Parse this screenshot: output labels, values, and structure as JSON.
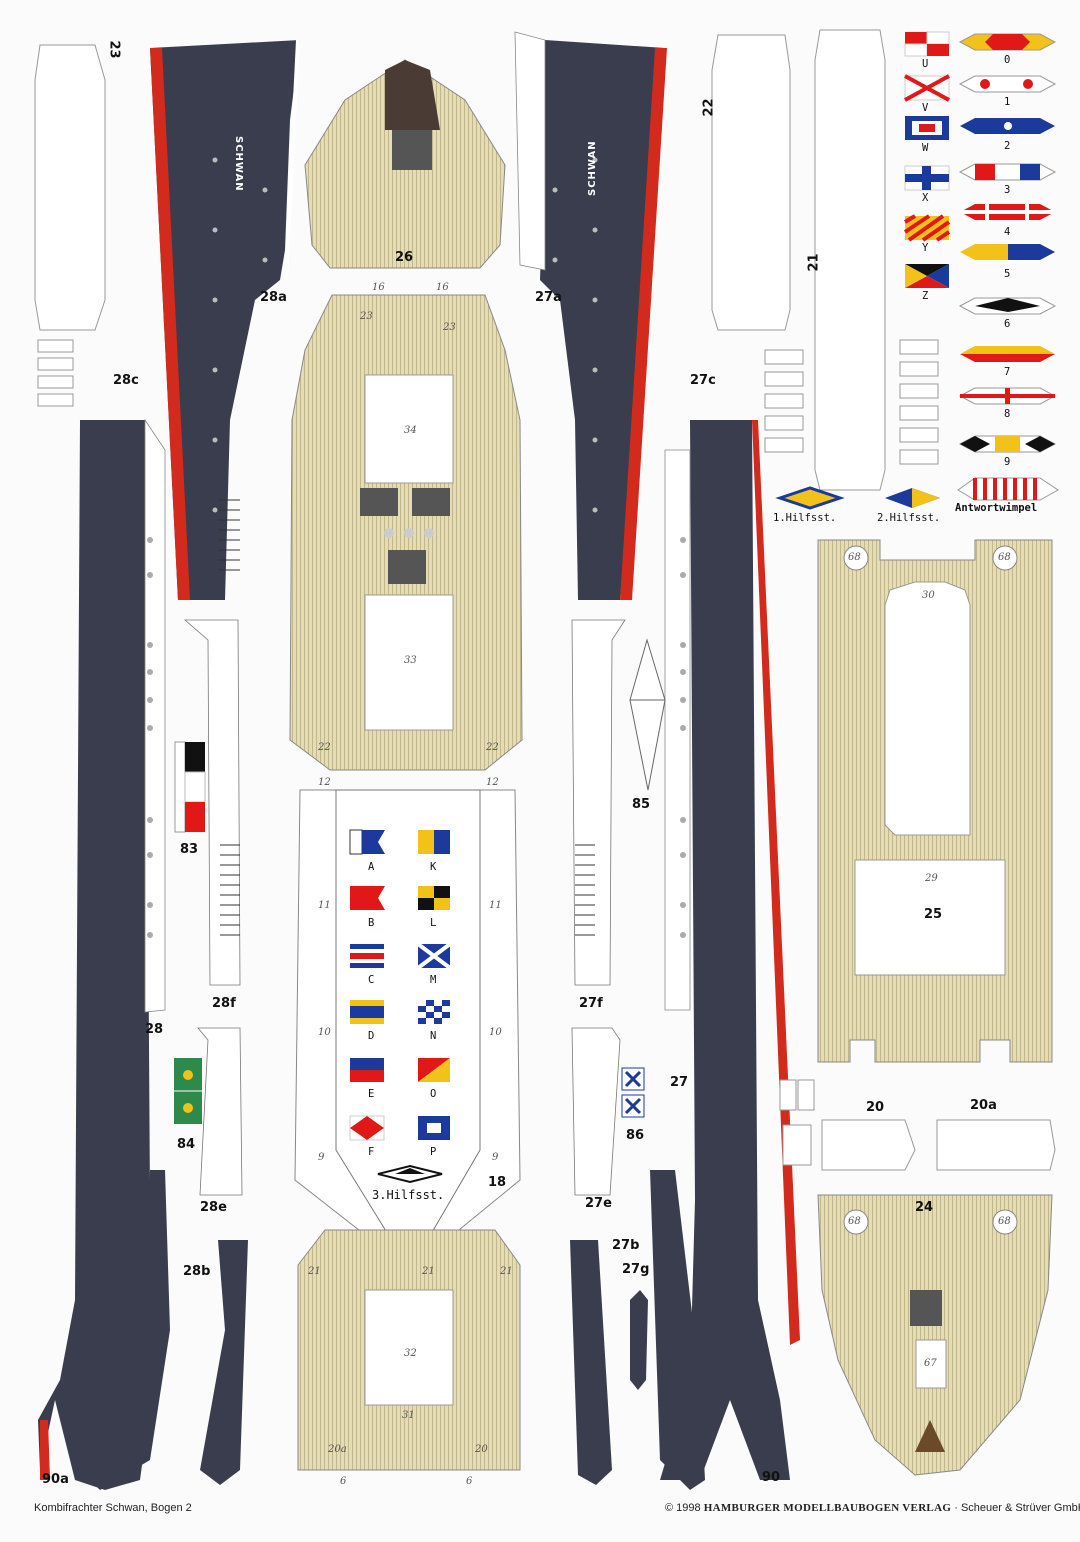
{
  "colors": {
    "hull": "#3a3d4e",
    "redline": "#d22a1c",
    "deck": "#e6dcb4",
    "deck_line": "#b9ad83",
    "outline": "#8a8a8a",
    "paper": "#fbfbfb",
    "flag_red": "#e01818",
    "flag_blue": "#1b3a9c",
    "flag_yellow": "#f2c21a",
    "flag_black": "#111111"
  },
  "ship_name": "SCHWAN",
  "part_labels": {
    "p23": "23",
    "p22": "22",
    "p21": "21",
    "p26": "26",
    "p28a": "28a",
    "p27a": "27a",
    "p28c": "28c",
    "p27c": "27c",
    "p83": "83",
    "p84": "84",
    "p85": "85",
    "p86": "86",
    "p28f": "28f",
    "p27f": "27f",
    "p28": "28",
    "p27": "27",
    "p28e": "28e",
    "p27e": "27e",
    "p28b": "28b",
    "p27b": "27b",
    "p27g": "27g",
    "p18": "18",
    "p90a": "90a",
    "p90": "90",
    "p25": "25",
    "p24": "24",
    "p20": "20",
    "p20a": "20a"
  },
  "deck_numbers": {
    "n34": "34",
    "n33": "33",
    "n32": "32",
    "n31": "31",
    "n30": "30",
    "n29": "29",
    "n67": "67",
    "n68": "68",
    "n23": "23",
    "n22": "22",
    "n21": "21",
    "n20a": "20a",
    "n20": "20",
    "n16": "16",
    "n6": "6",
    "n12": "12",
    "n11": "11",
    "n10": "10",
    "n9": "9"
  },
  "signal_flags_letters": [
    {
      "letter": "A"
    },
    {
      "letter": "K"
    },
    {
      "letter": "B"
    },
    {
      "letter": "L"
    },
    {
      "letter": "C"
    },
    {
      "letter": "M"
    },
    {
      "letter": "D"
    },
    {
      "letter": "N"
    },
    {
      "letter": "E"
    },
    {
      "letter": "O"
    },
    {
      "letter": "F"
    },
    {
      "letter": "P"
    }
  ],
  "signal_flags_right": [
    {
      "letter": "U"
    },
    {
      "letter": "V"
    },
    {
      "letter": "W"
    },
    {
      "letter": "X"
    },
    {
      "letter": "Y"
    },
    {
      "letter": "Z"
    }
  ],
  "pennants": [
    {
      "label": "0"
    },
    {
      "label": "1"
    },
    {
      "label": "2"
    },
    {
      "label": "3"
    },
    {
      "label": "4"
    },
    {
      "label": "5"
    },
    {
      "label": "6"
    },
    {
      "label": "7"
    },
    {
      "label": "8"
    },
    {
      "label": "9"
    }
  ],
  "substitutes": {
    "first": "1.Hilfsst.",
    "second": "2.Hilfsst.",
    "third": "3.Hilfsst.",
    "answer": "Antwortwimpel"
  },
  "footer": {
    "left": "Kombifrachter Schwan, Bogen 2",
    "copyright_symbol": "©",
    "year": "1998",
    "publisher": "HAMBURGER MODELLBAUBOGEN VERLAG",
    "rest": "· Scheuer & Strüver GmbH"
  }
}
